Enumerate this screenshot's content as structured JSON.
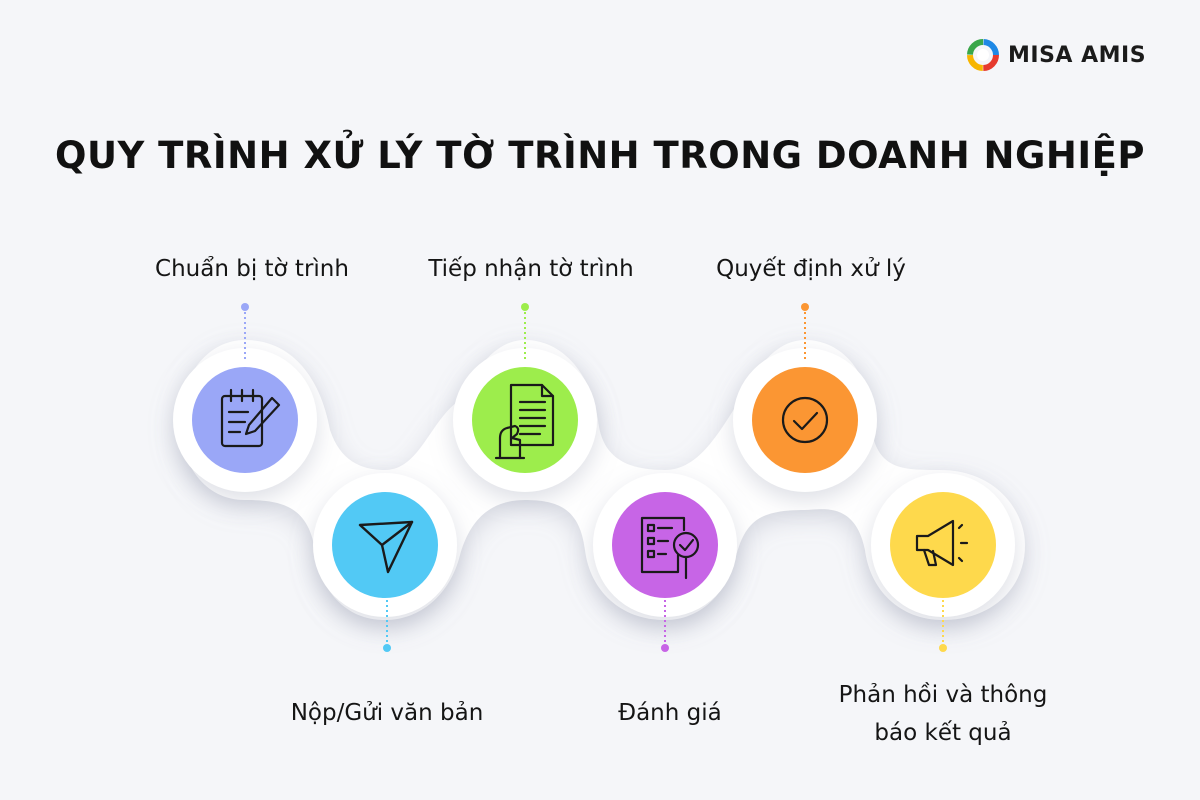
{
  "brand": {
    "name": "MISA AMIS"
  },
  "title": "QUY TRÌNH XỬ LÝ TỜ TRÌNH TRONG DOANH NGHIỆP",
  "colors": {
    "background": "#f5f6f9",
    "step1": "#9aa7f7",
    "step2": "#52c9f5",
    "step3": "#9ded4c",
    "step4": "#c765e6",
    "step5": "#fb9633",
    "step6": "#fed94c"
  },
  "steps": [
    {
      "label": "Chuẩn bị tờ trình",
      "icon": "notepad-pencil-icon"
    },
    {
      "label": "Nộp/Gửi văn bản",
      "icon": "paper-plane-icon"
    },
    {
      "label": "Tiếp nhận tờ trình",
      "icon": "hand-document-icon"
    },
    {
      "label": "Đánh giá",
      "icon": "checklist-magnifier-icon"
    },
    {
      "label": "Quyết định xử lý",
      "icon": "check-circle-icon"
    },
    {
      "label_line1": "Phản hồi và thông",
      "label_line2": "báo kết quả",
      "icon": "megaphone-icon"
    }
  ]
}
